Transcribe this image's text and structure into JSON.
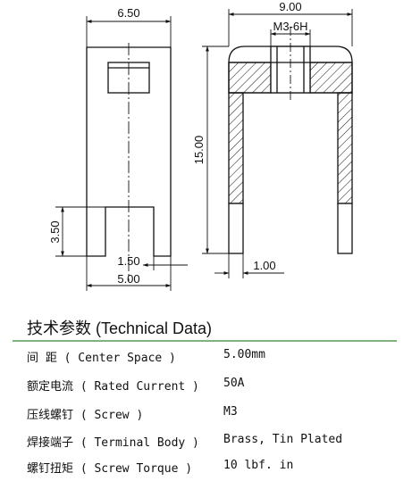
{
  "drawing": {
    "front_view": {
      "width_dim": "6.50",
      "pitch_dim": "5.00",
      "slot_dim": "1.50",
      "slot_height_dim": "3.50"
    },
    "side_view": {
      "width_dim": "9.00",
      "thread_label": "M3-6H",
      "height_dim": "15.00",
      "thickness_dim": "1.00"
    }
  },
  "specs": {
    "title": "技术参数 (Technical Data)",
    "rows": [
      {
        "label": "间    距 ( Center Space )",
        "value": "5.00mm"
      },
      {
        "label": "额定电流 ( Rated Current )",
        "value": " 50A"
      },
      {
        "label": "压线螺钉 ( Screw )",
        "value": "M3"
      },
      {
        "label": "焊接端子 ( Terminal Body )",
        "value": "Brass, Tin  Plated"
      },
      {
        "label": "螺钉扭矩 ( Screw Torque )",
        "value": " 10 lbf. in"
      }
    ]
  },
  "colors": {
    "rule": "#7fb27f",
    "lines": "#111111"
  }
}
